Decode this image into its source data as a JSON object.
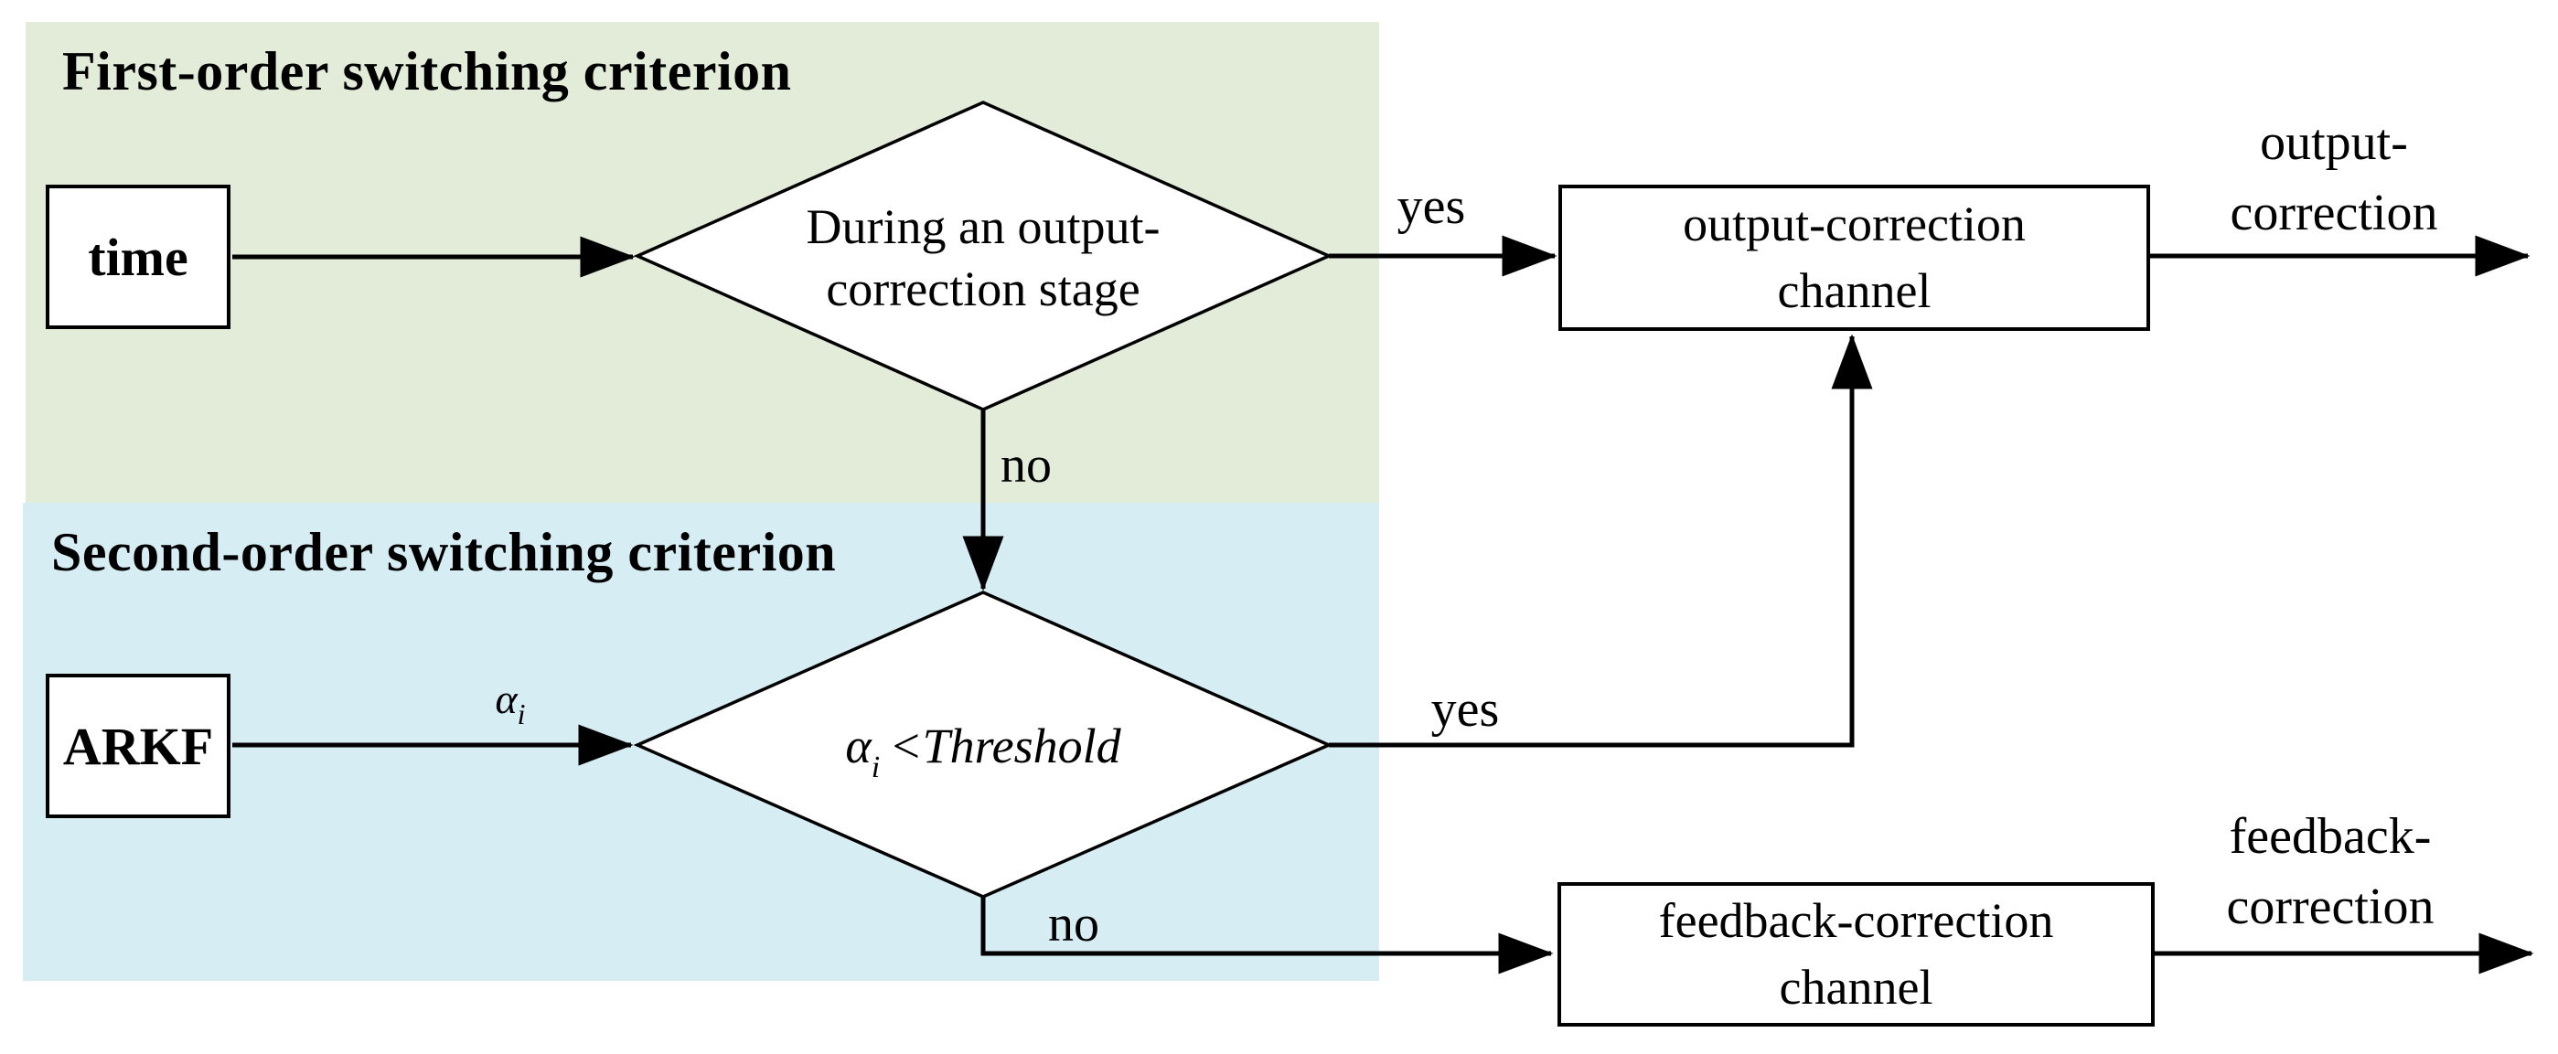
{
  "colors": {
    "first_order_bg": "#e2ecd8",
    "second_order_bg": "#d6edf4",
    "line": "#000000",
    "node_bg": "#ffffff"
  },
  "first_order": {
    "title": "First-order switching criterion"
  },
  "second_order": {
    "title": "Second-order switching criterion"
  },
  "nodes": {
    "time": {
      "label": "time"
    },
    "arkf": {
      "label": "ARKF"
    },
    "decision1": {
      "label": "During an output-\ncorrection stage"
    },
    "decision2": {
      "alpha": "α",
      "subscript": "i",
      "condition": "<Threshold"
    },
    "output_channel": {
      "label": "output-correction\nchannel"
    },
    "feedback_channel": {
      "label": "feedback-correction\nchannel"
    }
  },
  "edge_labels": {
    "alpha": {
      "symbol": "α",
      "subscript": "i"
    },
    "decision1_yes": "yes",
    "decision1_no": "no",
    "decision2_yes": "yes",
    "decision2_no": "no"
  },
  "outputs": {
    "output_correction": "output-\ncorrection",
    "feedback_correction": "feedback-\ncorrection"
  }
}
